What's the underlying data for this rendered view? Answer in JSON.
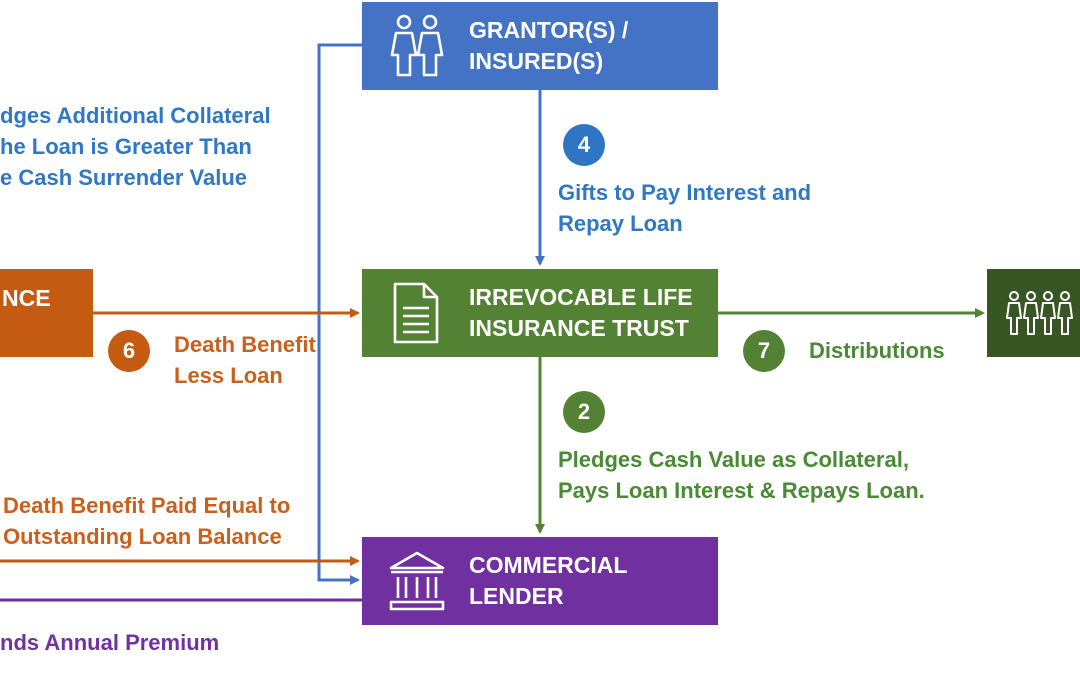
{
  "boxes": {
    "grantor": {
      "label": "GRANTOR(S) /\nINSURED(S)",
      "color": "#4472c4",
      "icon": "couple-icon"
    },
    "trust": {
      "label": "IRREVOCABLE LIFE\nINSURANCE TRUST",
      "color": "#548235",
      "icon": "document-icon"
    },
    "lender": {
      "label": "COMMERCIAL\nLENDER",
      "color": "#7030a0",
      "icon": "bank-icon"
    },
    "insurance": {
      "label": "NCE",
      "color": "#c55a11"
    },
    "beneficiaries": {
      "color": "#375623",
      "icon": "family-icon"
    }
  },
  "notes": {
    "collateral": "dges Additional Collateral\nhe Loan is Greater Than\ne Cash Surrender Value",
    "gifts": "Gifts to Pay Interest and\nRepay Loan",
    "death_benefit_less_loan": "Death Benefit\nLess Loan",
    "distributions": "Distributions",
    "pledges": "Pledges Cash Value as Collateral,\nPays Loan Interest & Repays Loan.",
    "death_benefit_paid": "Death Benefit Paid Equal to\nOutstanding Loan Balance",
    "annual_premium": "nds Annual Premium"
  },
  "badges": {
    "b4": {
      "number": "4",
      "color": "#2e75c4"
    },
    "b6": {
      "number": "6",
      "color": "#c55a11"
    },
    "b7": {
      "number": "7",
      "color": "#548235"
    },
    "b2": {
      "number": "2",
      "color": "#548235"
    }
  },
  "colors": {
    "blue_arrow": "#4472c4",
    "green_arrow": "#548235",
    "orange_arrow": "#c55a11",
    "purple_arrow": "#7030a0"
  }
}
